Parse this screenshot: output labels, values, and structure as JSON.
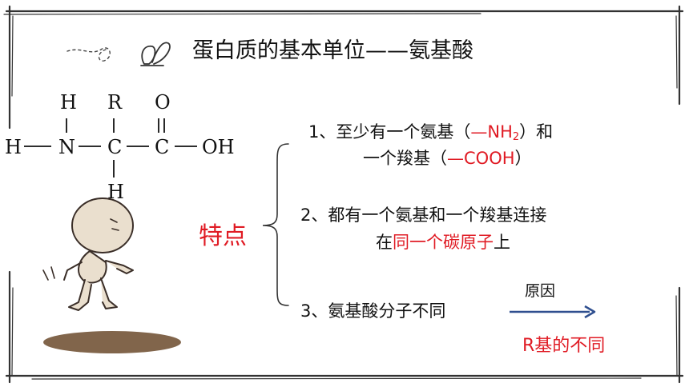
{
  "slide": {
    "title": "蛋白质的基本单位——氨基酸",
    "formula": {
      "top_h": "H",
      "top_r": "R",
      "top_o": "O",
      "left_h": "H",
      "n": "N",
      "c_alpha": "C",
      "c_carboxyl": "C",
      "oh": "OH",
      "bottom_h": "H"
    },
    "feature_label": "特点",
    "points": [
      {
        "line1_prefix": "1、至少有一个氨基（",
        "line1_red": "—NH",
        "line1_sub": "2",
        "line1_suffix": "）和",
        "line2_prefix": "一个羧基（",
        "line2_red": "—COOH",
        "line2_suffix": "）"
      },
      {
        "line1": "2、都有一个氨基和一个羧基连接",
        "line2_prefix": "在",
        "line2_red": "同一个碳原子",
        "line2_suffix": "上"
      },
      {
        "line1": "3、氨基酸分子不同"
      }
    ],
    "cause_label": "原因",
    "cause_result": "R基的不同",
    "colors": {
      "accent_red": "#e01b24",
      "arrow_blue": "#2f4f8f",
      "frame": "#333333"
    }
  }
}
